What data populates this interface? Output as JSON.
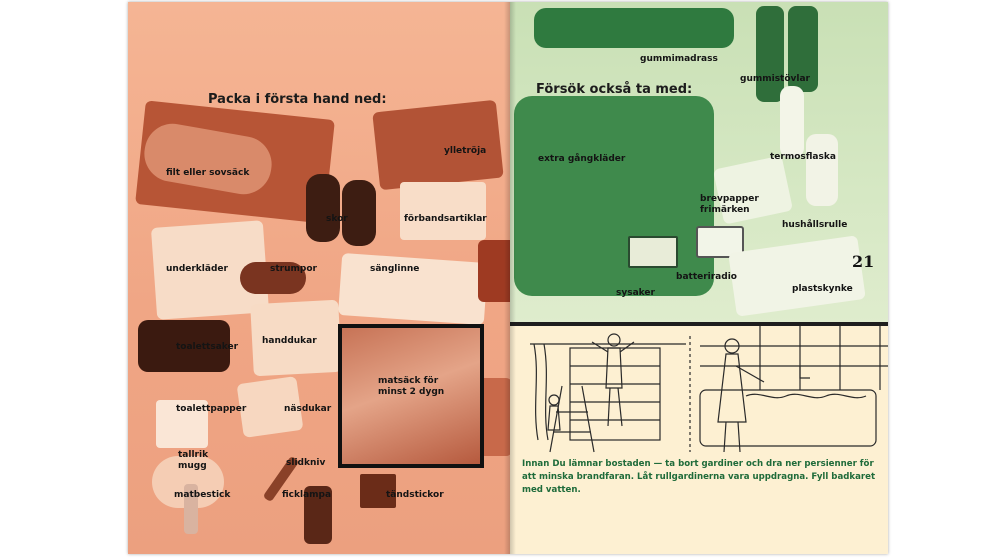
{
  "left_page": {
    "heading": "Packa i första hand ned:",
    "labels": {
      "filt": "filt eller sovsäck",
      "ylletroja": "ylletröja",
      "skor": "skor",
      "forband": "förbandsartiklar",
      "underklader": "underkläder",
      "strumpor": "strumpor",
      "sanglinne": "sänglinne",
      "toalettsaker": "toalettsaker",
      "handdukar": "handdukar",
      "matsack": "matsäck för\nminst 2 dygn",
      "toalettpapper": "toalettpapper",
      "nasdukar": "näsdukar",
      "tallrik": "tallrik\nmugg",
      "sillkniv": "slidkniv",
      "matbestick": "matbestick",
      "ficklampa": "ficklampa",
      "tandstickor": "tändstickor"
    },
    "colors": {
      "page": "#f0a685",
      "items": "#b4502f",
      "light_items": "#f7d9c4"
    }
  },
  "right_page": {
    "heading": "Försök också ta med:",
    "page_number": "21",
    "labels": {
      "gummimadrass": "gummimadrass",
      "gummistovlar": "gummistövlar",
      "extra": "extra gångkläder",
      "termos": "termosflaska",
      "brevpapper": "brevpapper\nfrimärken",
      "hushall": "hushållsrulle",
      "batteriradio": "batteriradio",
      "sysaker": "sysaker",
      "plastskynke": "plastskynke"
    },
    "caption": "Innan Du lämnar bostaden — ta bort gardiner och dra ner persienner för att minska brandfaran. Låt rullgardinerna vara uppdragna. Fyll badkaret med vatten.",
    "colors": {
      "page": "#d6e8c4",
      "items": "#3f8a4c",
      "caption": "#1f6b3a"
    }
  }
}
